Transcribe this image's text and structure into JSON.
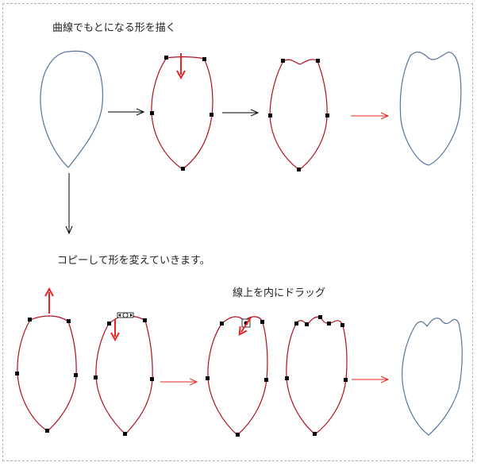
{
  "captions": {
    "draw_base": "曲線でもとになる形を描く",
    "copy_and_reshape": "コピーして形を変えていきます。",
    "drag_on_line": "線上を内にドラッグ"
  },
  "colors": {
    "outline_blue": "#56739a",
    "edit_red": "#b00c1e",
    "arrow_black": "#000000",
    "arrow_red": "#ee2222",
    "anchor_black": "#000000",
    "frame_gray": "#b4b4b4"
  },
  "icons": {
    "anchor": "square-anchor-point",
    "drag_handle": "move-cursor-icon"
  }
}
